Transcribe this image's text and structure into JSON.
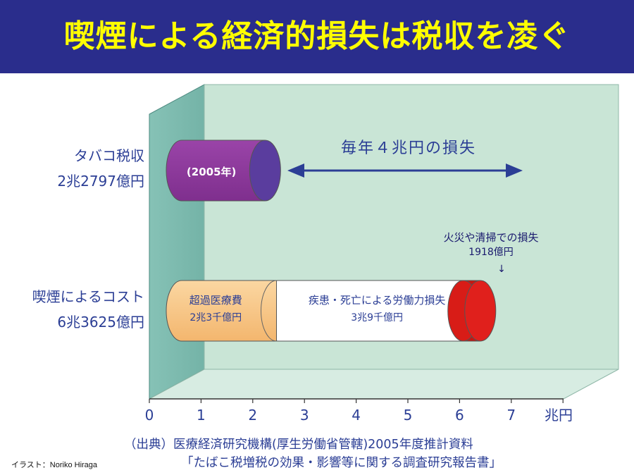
{
  "title": "喫煙による経済的損失は税収を凌ぐ",
  "credit": "イラスト：Noriko Hiraga",
  "source_line1": "（出典）医療経済研究機構(厚生労働省管轄)2005年度推計資料",
  "source_line2": "「たばこ税増税の効果・影響等に関する調査研究報告書」",
  "colors": {
    "title_bg": "#2a2d8c",
    "title_text": "#ffff00",
    "label_text": "#2b3e95",
    "wall": "#7fbfb3",
    "back_panel": "#c9e5d6",
    "tobacco_tax": "#8e3b9e",
    "medical_cost": "#f8c98a",
    "labor_loss": "#ffffff",
    "fire_loss": "#e0201c"
  },
  "chart_data": {
    "type": "bar",
    "orientation": "horizontal",
    "unit": "兆円",
    "xticks": [
      "0",
      "1",
      "2",
      "3",
      "4",
      "5",
      "6",
      "7"
    ],
    "xlim": [
      0,
      8
    ],
    "categories": [
      {
        "label_line1": "タバコ税収",
        "label_line2": "2兆2797億円"
      },
      {
        "label_line1": "喫煙によるコスト",
        "label_line2": "6兆3625億円"
      }
    ],
    "bars": [
      {
        "category": 0,
        "segments": [
          {
            "label_line1": "(2005年)",
            "label_line2": "",
            "value": 2.2797,
            "color": "#8e3b9e"
          }
        ]
      },
      {
        "category": 1,
        "segments": [
          {
            "label_line1": "超過医療費",
            "label_line2": "2兆3千億円",
            "value": 2.3,
            "color": "#f8c98a"
          },
          {
            "label_line1": "疾患・死亡による労働力損失",
            "label_line2": "3兆9千億円",
            "value": 3.9,
            "color": "#ffffff"
          },
          {
            "label_line1": "",
            "label_line2": "",
            "value": 0.1918,
            "color": "#e0201c"
          }
        ]
      }
    ],
    "annotations": [
      {
        "text": "毎年４兆円の損失",
        "kind": "gap-arrow"
      },
      {
        "text_line1": "火災や清掃での損失",
        "text_line2": "1918億円",
        "arrow": "↓",
        "kind": "callout"
      }
    ]
  }
}
